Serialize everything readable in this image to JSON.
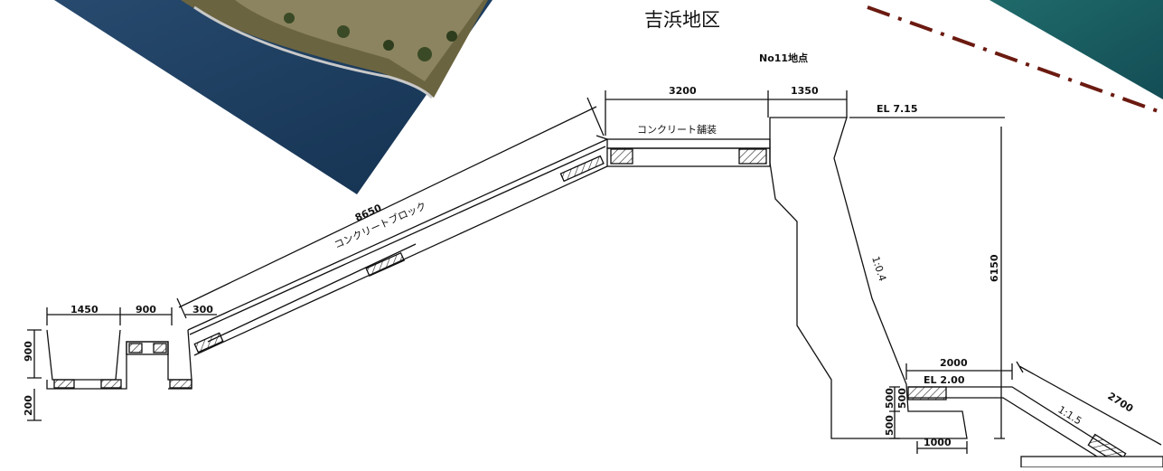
{
  "title": "吉浜地区",
  "point_label": "No11地点",
  "labels": {
    "concrete_pavement": "コンクリート舗装",
    "concrete_block": "コンクリートブロック",
    "el_top": "EL 7.15",
    "el_bottom": "EL 2.00",
    "slope_wall": "1:0.4",
    "slope_toe": "1:1.5"
  },
  "dimensions": {
    "d3200": "3200",
    "d1350": "1350",
    "d8650": "8650",
    "d6150": "6150",
    "d300": "300",
    "d1450": "1450",
    "d900h": "900",
    "d900v": "900",
    "d200": "200",
    "d2000": "2000",
    "d2700": "2700",
    "d1000": "1000",
    "d500a": "500",
    "d500b": "500",
    "d500c": "500"
  },
  "photos": [
    {
      "name": "aerial-photo-left",
      "description_icon": "aerial-coast-photo"
    },
    {
      "name": "aerial-photo-right",
      "description_icon": "aerial-sea-photo"
    }
  ],
  "colors": {
    "sea": "#1c3a5c",
    "land": "#5a5236",
    "dashed_line": "#6b1a10",
    "line": "#111111"
  }
}
